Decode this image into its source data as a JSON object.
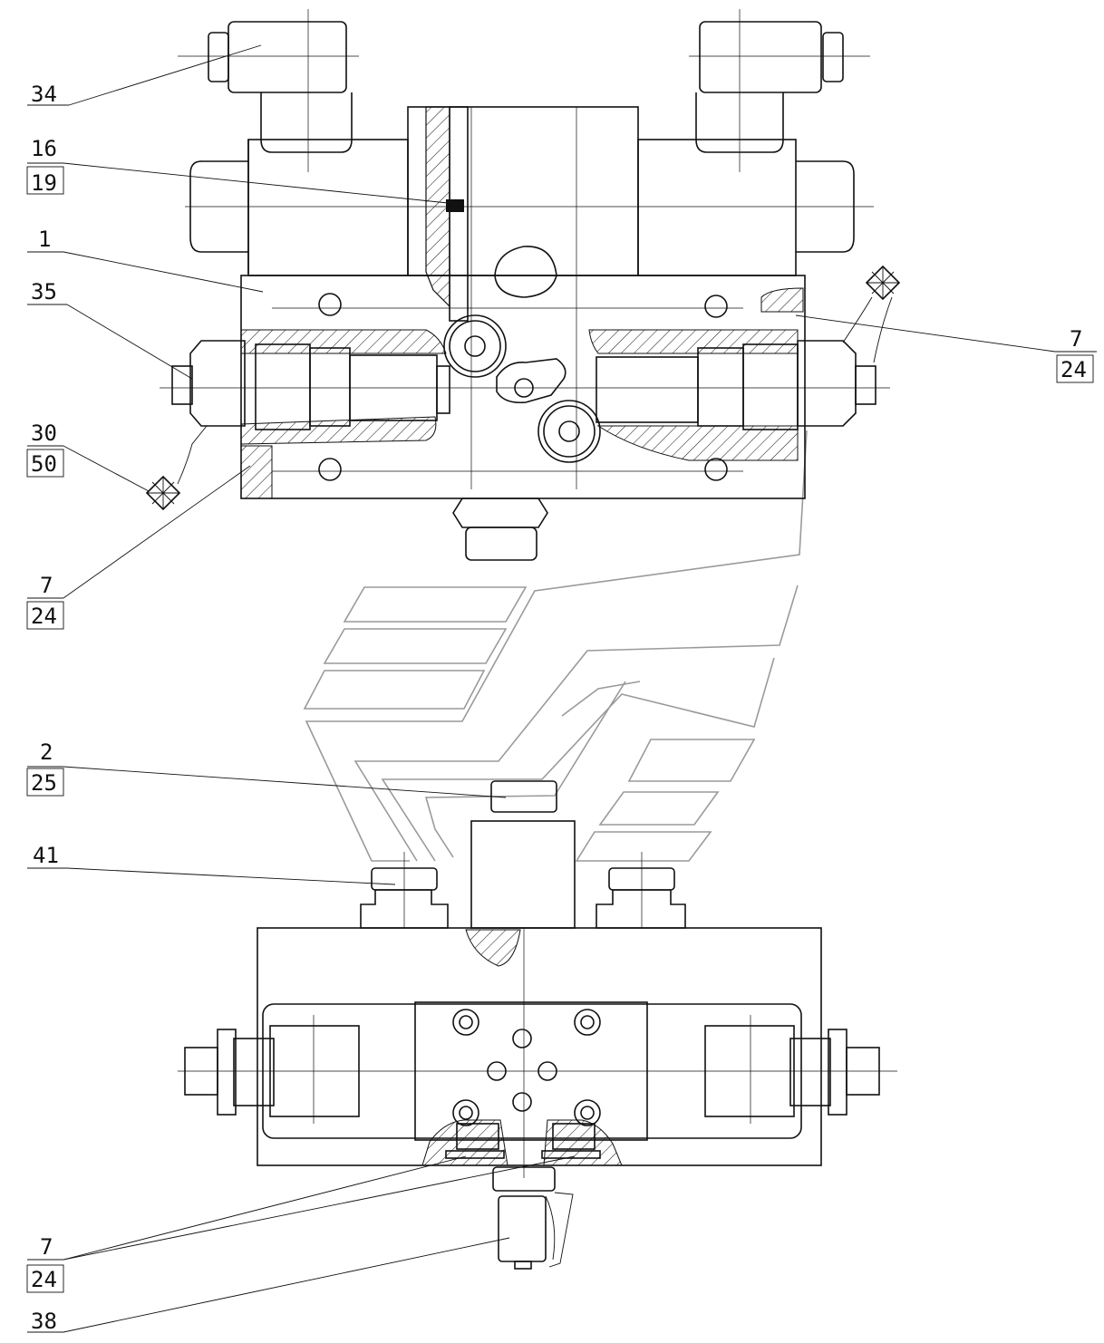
{
  "callouts": [
    {
      "id": "c34",
      "top": "34"
    },
    {
      "id": "c16-19",
      "top": "16",
      "bottom": "19"
    },
    {
      "id": "c1",
      "top": "1"
    },
    {
      "id": "c35",
      "top": "35"
    },
    {
      "id": "c30-50",
      "top": "30",
      "bottom": "50"
    },
    {
      "id": "c7-24-upper-left",
      "top": "7",
      "bottom": "24"
    },
    {
      "id": "c7-24-upper-right",
      "top": "7",
      "bottom": "24"
    },
    {
      "id": "c2-25",
      "top": "2",
      "bottom": "25"
    },
    {
      "id": "c41",
      "top": "41"
    },
    {
      "id": "c7-24-lower",
      "top": "7",
      "bottom": "24"
    },
    {
      "id": "c38",
      "top": "38"
    }
  ],
  "colors": {
    "line": "#111111",
    "watermark": "#9a9a9a",
    "background": "#ffffff"
  }
}
